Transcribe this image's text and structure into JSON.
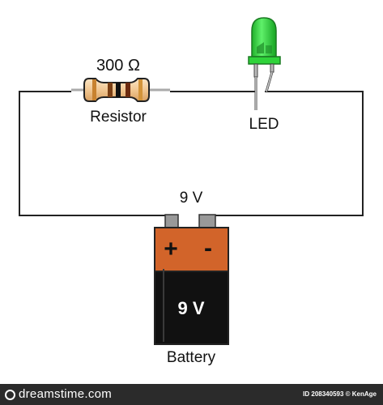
{
  "resistor": {
    "value": "300 Ω",
    "label": "Resistor"
  },
  "led": {
    "label": "LED"
  },
  "circuit": {
    "voltage_label": "9 V"
  },
  "battery": {
    "plus": "+",
    "minus": "-",
    "voltage": "9 V",
    "label": "Battery"
  },
  "footer": {
    "site": "dreamstime.com",
    "id_text": "ID 208340593 © KenAge"
  },
  "colors": {
    "wire": "#222222",
    "battery_top": "#d2642a",
    "battery_bottom": "#111111",
    "led_green": "#2fd33a",
    "resistor_body": "#f4d2a2",
    "footer_bg": "#2b2b2b"
  }
}
